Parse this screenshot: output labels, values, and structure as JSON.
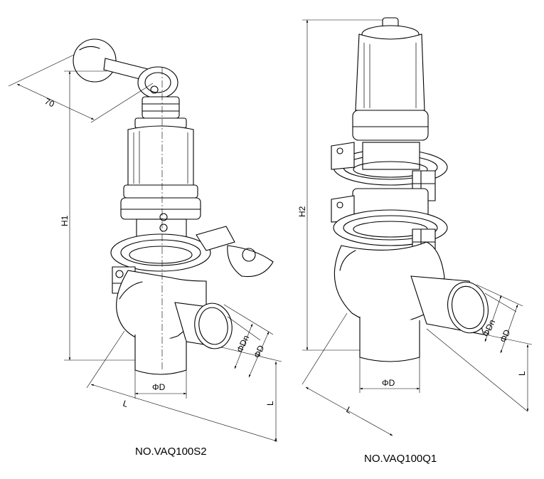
{
  "left": {
    "model": "NO.VAQ100S2",
    "dims": {
      "handle": "70",
      "height": "H1",
      "inner_diameter": "ΦDn",
      "outer_diameter": "ΦD",
      "bottom_diameter": "ΦD",
      "length_l": "L",
      "length_r": "L"
    }
  },
  "right": {
    "model": "NO.VAQ100Q1",
    "dims": {
      "height": "H2",
      "inner_diameter": "ΦDn",
      "outer_diameter": "ΦD",
      "bottom_diameter": "ΦD",
      "length_l": "L",
      "length_r": "L"
    }
  }
}
